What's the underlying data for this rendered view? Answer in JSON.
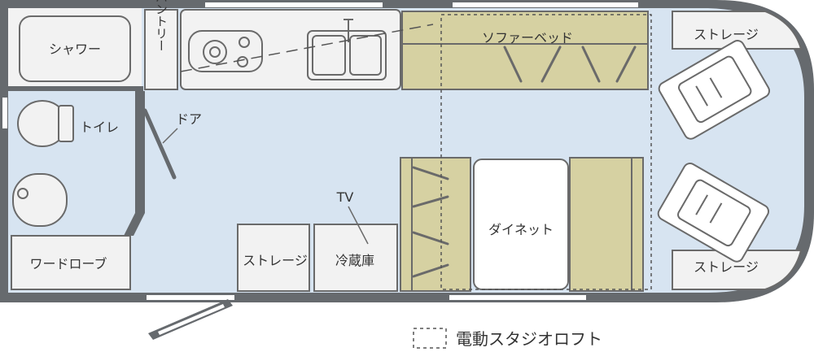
{
  "colors": {
    "wall": "#666a6e",
    "floor": "#d7e4f1",
    "furniture": "#f2f2f2",
    "sofa": "#d6d1a2",
    "line": "#6a6a6a"
  },
  "labels": {
    "shower": "シャワー",
    "pantry": "パントリー",
    "toilet": "トイレ",
    "door": "ドア",
    "wardrobe": "ワードローブ",
    "sofa_bed": "ソファーベッド",
    "storage_top": "ストレージ",
    "storage_bottom_right": "ストレージ",
    "storage_bottom": "ストレージ",
    "tv": "TV",
    "fridge": "冷蔵庫",
    "dinette": "ダイネット"
  },
  "legend": {
    "loft": "電動スタジオロフト"
  }
}
